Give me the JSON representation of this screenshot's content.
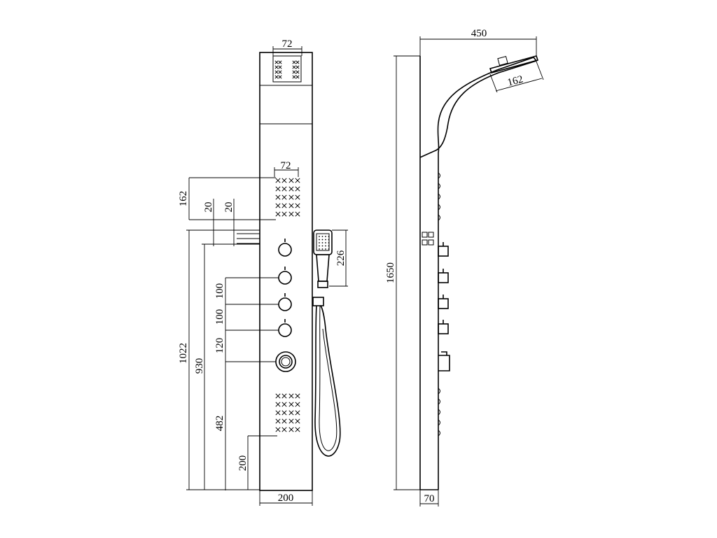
{
  "front_view": {
    "top_jet_width": "72",
    "body_jet_width": "72",
    "jet_array_height": "162",
    "gap_a": "20",
    "gap_b": "20",
    "handshower_length": "226",
    "valve_pitch_1": "100",
    "valve_pitch_2": "100",
    "valve_to_knob": "120",
    "height_1022": "1022",
    "height_930": "930",
    "height_482": "482",
    "height_200": "200",
    "panel_width": "200"
  },
  "side_view": {
    "projection": "450",
    "overhead_width": "162",
    "total_height": "1650",
    "depth": "70"
  },
  "colors": {
    "line": "#000000",
    "background": "#ffffff"
  }
}
